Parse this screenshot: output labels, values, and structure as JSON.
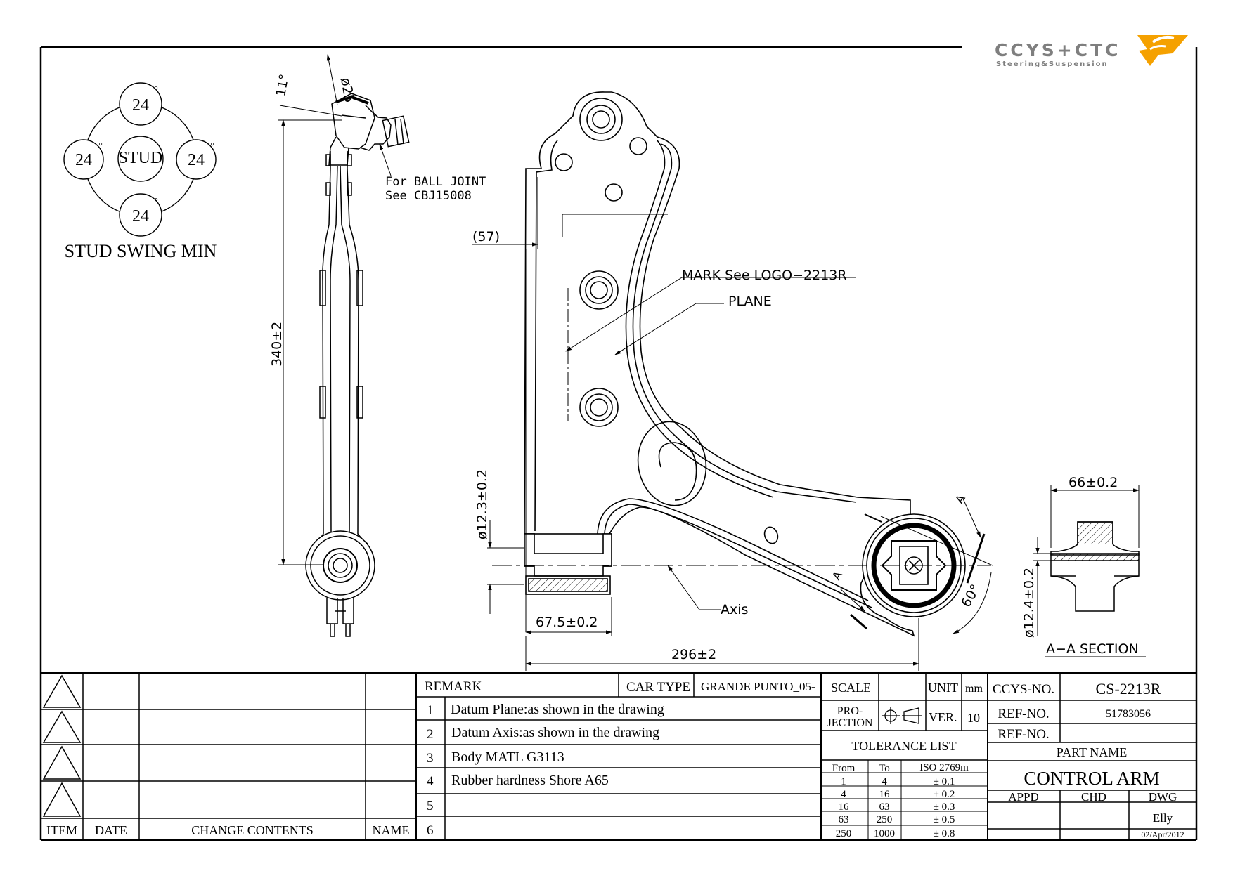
{
  "logo": {
    "brand": "CCYS+CTC",
    "tagline": "Steering&Suspension",
    "accent": "#f5a100",
    "gray": "#7f7f7f"
  },
  "stud": {
    "value": "24",
    "center": "STUD",
    "deg": "°",
    "caption": "STUD SWING MIN"
  },
  "side_view": {
    "dia_top": "ø25",
    "angle": "11°",
    "length": "340±2",
    "ball_joint_1": "For BALL JOINT",
    "ball_joint_2": "See CBJ15008"
  },
  "top_view": {
    "dim_57": "(57)",
    "mark": "MARK See LOGO−2213R",
    "plane": "PLANE",
    "dia_front": "ø12.3±0.2",
    "dim_front": "67.5±0.2",
    "axis": "Axis",
    "length": "296±2",
    "angle": "60°",
    "sec_a1": "A",
    "sec_a2": "A"
  },
  "section": {
    "width": "66±0.2",
    "dia": "ø12.4±0.2",
    "title": "A−A SECTION"
  },
  "revision_table": {
    "headers": [
      "ITEM",
      "DATE",
      "CHANGE CONTENTS",
      "NAME"
    ]
  },
  "remarks": {
    "title": "REMARK",
    "car_type_label": "CAR TYPE",
    "car_type": "GRANDE PUNTO_05-",
    "items": [
      {
        "n": "1",
        "text": "Datum Plane:as shown in the drawing"
      },
      {
        "n": "2",
        "text": "Datum Axis:as shown in the drawing"
      },
      {
        "n": "3",
        "text": "Body MATL G3113"
      },
      {
        "n": "4",
        "text": "Rubber hardness Shore A65"
      },
      {
        "n": "5",
        "text": ""
      },
      {
        "n": "6",
        "text": ""
      }
    ]
  },
  "title_block": {
    "scale": "SCALE",
    "unit": "UNIT",
    "unit_val": "mm",
    "projection_1": "PRO-",
    "projection_2": "JECTION",
    "ver": "VER.",
    "ver_val": "10",
    "tolerance_title": "TOLERANCE LIST",
    "tolerance_headers": [
      "From",
      "To",
      "ISO 2769m"
    ],
    "tolerances": [
      [
        "1",
        "4",
        "± 0.1"
      ],
      [
        "4",
        "16",
        "± 0.2"
      ],
      [
        "16",
        "63",
        "± 0.3"
      ],
      [
        "63",
        "250",
        "± 0.5"
      ],
      [
        "250",
        "1000",
        "± 0.8"
      ]
    ],
    "ccys_no_label": "CCYS-NO.",
    "ccys_no": "CS-2213R",
    "ref_no_label": "REF-NO.",
    "ref_no": "51783056",
    "ref_no2_label": "REF-NO.",
    "ref_no2": "",
    "part_name_label": "PART NAME",
    "part_name": "CONTROL ARM",
    "appd": "APPD",
    "chd": "CHD",
    "dwg": "DWG",
    "drawn_by": "Elly",
    "date": "02/Apr/2012"
  }
}
